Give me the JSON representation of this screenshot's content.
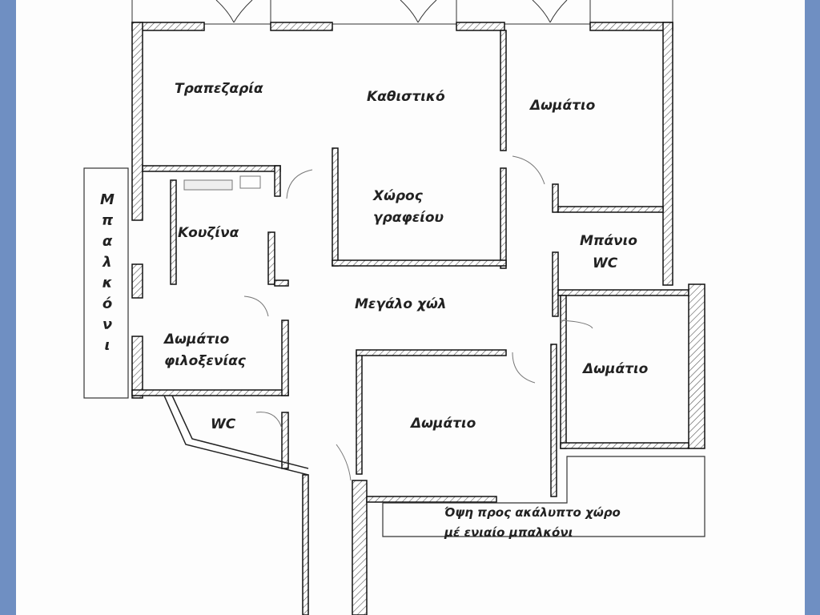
{
  "plan": {
    "rooms": {
      "dining": "Τραπεζαρία",
      "living": "Καθιστικό",
      "room_top_right": "Δωμάτιο",
      "office_line1": "Χώρος",
      "office_line2": "γραφείου",
      "bath_line1": "Μπάνιο",
      "bath_line2": "WC",
      "kitchen": "Κουζίνα",
      "hall": "Μεγάλο χώλ",
      "guest_line1": "Δωμάτιο",
      "guest_line2": "φιλοξενίας",
      "room_right": "Δωμάτιο",
      "wc": "WC",
      "room_lower": "Δωμάτιο"
    },
    "balcony_left_letters": [
      "Μ",
      "π",
      "α",
      "λ",
      "κ",
      "ό",
      "ν",
      "ι"
    ],
    "note_line1": "Όψη προς ακάλυπτο χώρο",
    "note_line2": "μέ ενιαίο μπαλκόνι"
  }
}
